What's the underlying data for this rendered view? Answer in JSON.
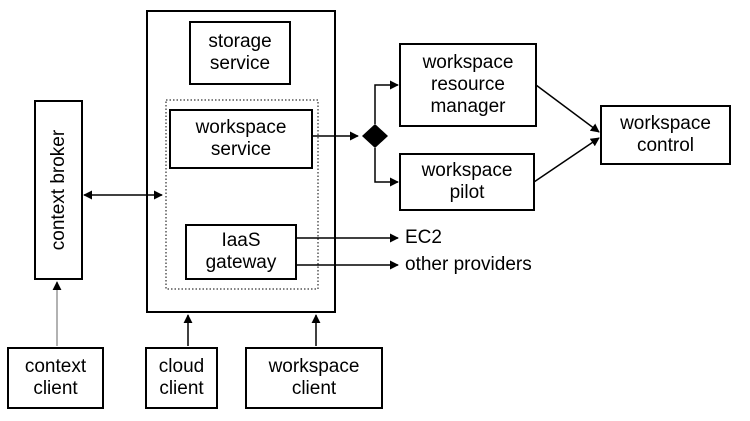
{
  "diagram": {
    "nodes": {
      "storage_service": "storage\nservice",
      "workspace_service": "workspace\nservice",
      "iaas_gateway": "IaaS\ngateway",
      "workspace_resource_manager": "workspace\nresource\nmanager",
      "workspace_pilot": "workspace\npilot",
      "workspace_control": "workspace\ncontrol",
      "context_broker": "context broker",
      "context_client": "context\nclient",
      "cloud_client": "cloud\nclient",
      "workspace_client": "workspace\nclient"
    },
    "targets": {
      "ec2": "EC2",
      "other_providers": "other providers"
    },
    "colors": {
      "line": "#000000",
      "feed_line": "#999999",
      "background": "#ffffff"
    }
  }
}
